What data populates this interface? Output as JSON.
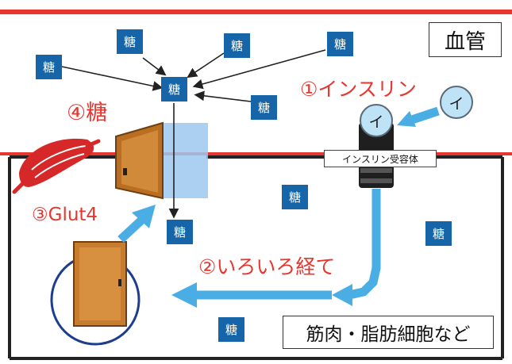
{
  "labels": {
    "vessel": "血管",
    "cell": "筋肉・脂肪細胞など",
    "step1": "①インスリン",
    "step2": "②いろいろ経て",
    "step3": "③Glut4",
    "step4": "④糖",
    "receptor": "インスリン受容体"
  },
  "sugar_label": "糖",
  "insulin_label": "イ",
  "colors": {
    "vessel_line": "#e8362f",
    "membrane": "#1a1a1a",
    "sugar_box": "#1565a8",
    "arrow": "#4aaee4",
    "door": "#c87d2e",
    "door_dark": "#6d3f12",
    "insulin_fill": "#bfe3f6",
    "text_red": "#e8362f"
  }
}
